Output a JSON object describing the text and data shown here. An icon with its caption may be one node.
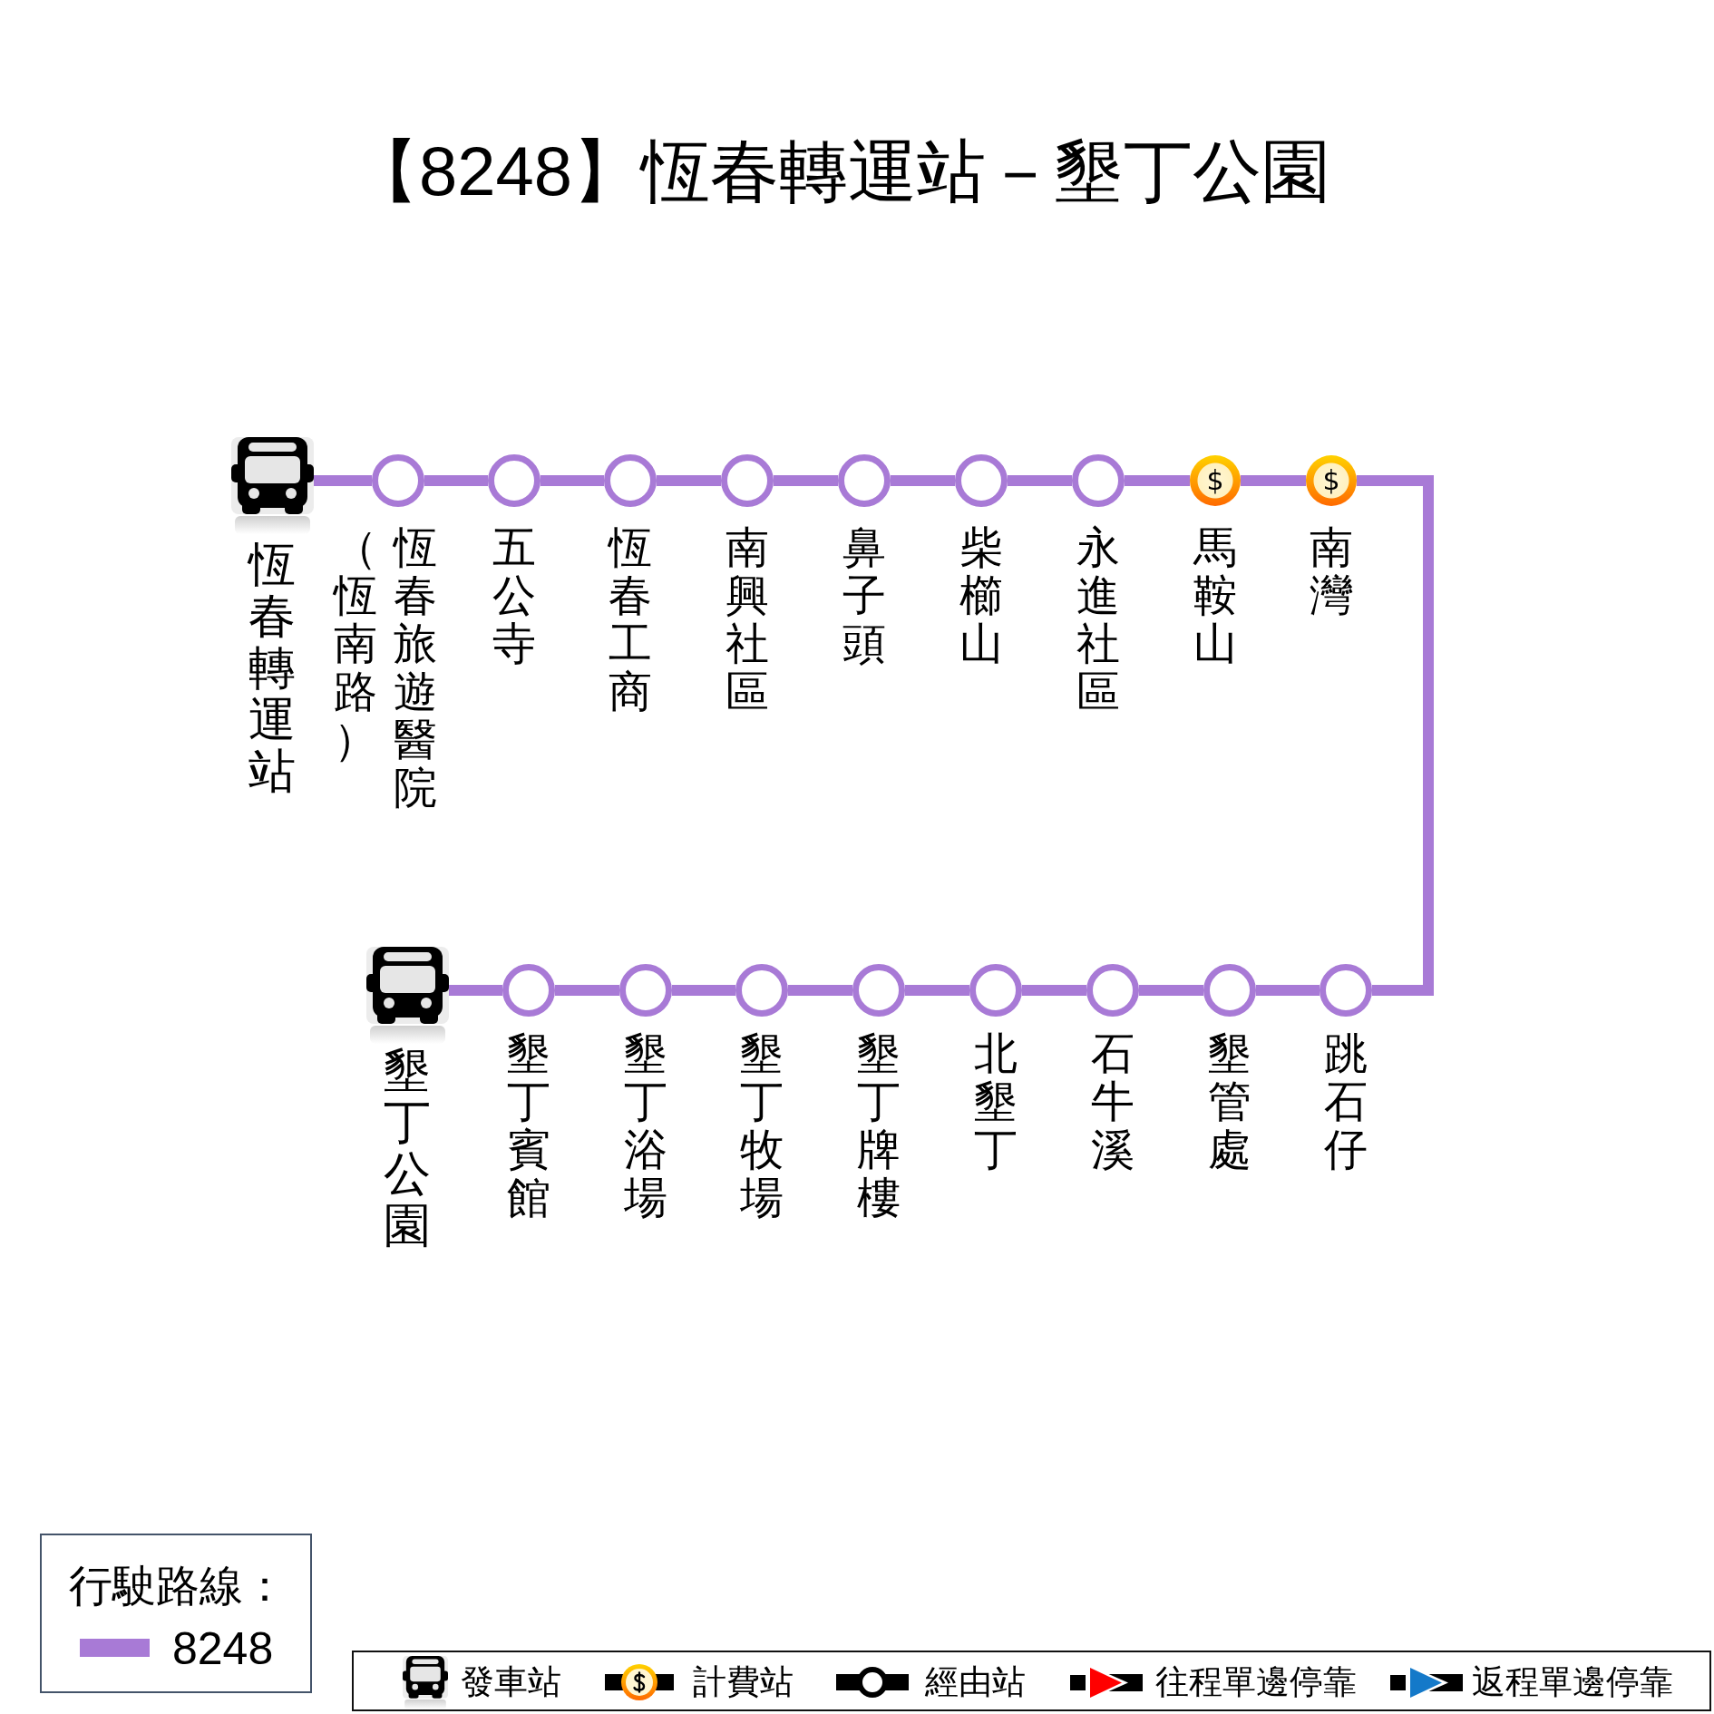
{
  "diagram": {
    "title": "【8248】恆春轉運站－墾丁公園",
    "nodes": [
      {
        "text": [],
        "shape": "picture",
        "beside": [
          "恆春轉運站"
        ]
      },
      {
        "text": [],
        "shape": "circle",
        "beside": [
          "恆春旅遊醫院（恆南路）"
        ]
      },
      {
        "text": [],
        "shape": "circle",
        "beside": [
          "五公寺"
        ]
      },
      {
        "text": [],
        "shape": "circle",
        "beside": [
          "恆春工商"
        ]
      },
      {
        "text": [],
        "shape": "circle",
        "beside": [
          "南興社區"
        ]
      },
      {
        "text": [],
        "shape": "circle",
        "beside": [
          "鼻子頭"
        ]
      },
      {
        "text": [],
        "shape": "circle",
        "beside": [
          "柴櫛山"
        ]
      },
      {
        "text": [],
        "shape": "circle",
        "beside": [
          "永進社區"
        ]
      },
      {
        "text": [
          "$"
        ],
        "beside": [
          "馬鞍山"
        ]
      },
      {
        "text": [
          "$"
        ],
        "beside": [
          "南灣"
        ]
      },
      {
        "text": [],
        "shape": "circle",
        "beside": [
          "跳石仔"
        ]
      },
      {
        "text": [],
        "shape": "circle",
        "beside": [
          "墾管處"
        ]
      },
      {
        "text": [],
        "shape": "circle",
        "beside": [
          "石牛溪"
        ]
      },
      {
        "text": [],
        "shape": "circle",
        "beside": [
          "北墾丁"
        ]
      },
      {
        "text": [],
        "shape": "circle",
        "beside": [
          "墾丁牌樓"
        ]
      },
      {
        "text": [],
        "shape": "circle",
        "beside": [
          "墾丁牧場"
        ]
      },
      {
        "text": [],
        "shape": "circle",
        "beside": [
          "墾丁浴場"
        ]
      },
      {
        "text": [],
        "shape": "circle",
        "beside": [
          "墾丁賓館"
        ]
      },
      {
        "text": [],
        "shape": "picture",
        "beside": [
          "墾丁公園"
        ]
      }
    ],
    "edges": [
      {
        "from": 0,
        "to": 1,
        "arrow": "none"
      },
      {
        "from": 1,
        "to": 2,
        "arrow": "none"
      },
      {
        "from": 2,
        "to": 3,
        "arrow": "none"
      },
      {
        "from": 3,
        "to": 4,
        "arrow": "none"
      },
      {
        "from": 4,
        "to": 5,
        "arrow": "none"
      },
      {
        "from": 5,
        "to": 6,
        "arrow": "none"
      },
      {
        "from": 6,
        "to": 7,
        "arrow": "none"
      },
      {
        "from": 7,
        "to": 8,
        "arrow": "none"
      },
      {
        "from": 8,
        "to": 9,
        "arrow": "none"
      },
      {
        "from": 9,
        "to": 10,
        "arrow": "none"
      },
      {
        "from": 10,
        "to": 11,
        "arrow": "none"
      },
      {
        "from": 11,
        "to": 12,
        "arrow": "none"
      },
      {
        "from": 12,
        "to": 13,
        "arrow": "none"
      },
      {
        "from": 13,
        "to": 14,
        "arrow": "none"
      },
      {
        "from": 14,
        "to": 15,
        "arrow": "none"
      },
      {
        "from": 15,
        "to": 16,
        "arrow": "none"
      },
      {
        "from": 16,
        "to": 17,
        "arrow": "none"
      },
      {
        "from": 17,
        "to": 18,
        "arrow": "none"
      }
    ],
    "labels": [
      "行駛路線："
    ],
    "legend": [
      {
        "text": "8248",
        "color": "#a87ad6"
      },
      {
        "text": "發車站"
      },
      {
        "text": "計費站"
      },
      {
        "text": "經由站"
      },
      {
        "text": "往程單邊停靠"
      },
      {
        "text": "返程單邊停靠"
      }
    ]
  }
}
